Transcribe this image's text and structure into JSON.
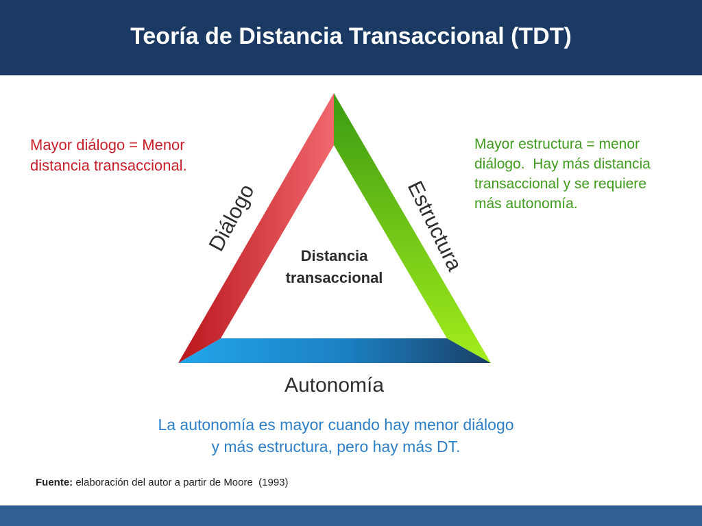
{
  "header": {
    "title": "Teoría de Distancia Transaccional (TDT)"
  },
  "diagram": {
    "center_label": [
      "Distancia",
      "transaccional"
    ],
    "sides": {
      "left": {
        "label": "Diálogo",
        "color": "#d42a2f"
      },
      "right": {
        "label": "Estructura",
        "color": "#5cc21a"
      },
      "bottom": {
        "label": "Autonomía",
        "color": "#1a8fd8"
      }
    },
    "notes": {
      "left": [
        "Mayor diálogo = Menor",
        "distancia transaccional."
      ],
      "right": [
        "Mayor estructura = menor",
        "diálogo.  Hay más distancia",
        "transaccional y se requiere",
        "más autonomía."
      ],
      "bottom": [
        "La autonomía es mayor cuando hay menor diálogo",
        "y más estructura, pero hay más DT."
      ]
    }
  },
  "source": {
    "label": "Fuente:",
    "text": "elaboración del autor a partir de Moore  (1993)"
  }
}
